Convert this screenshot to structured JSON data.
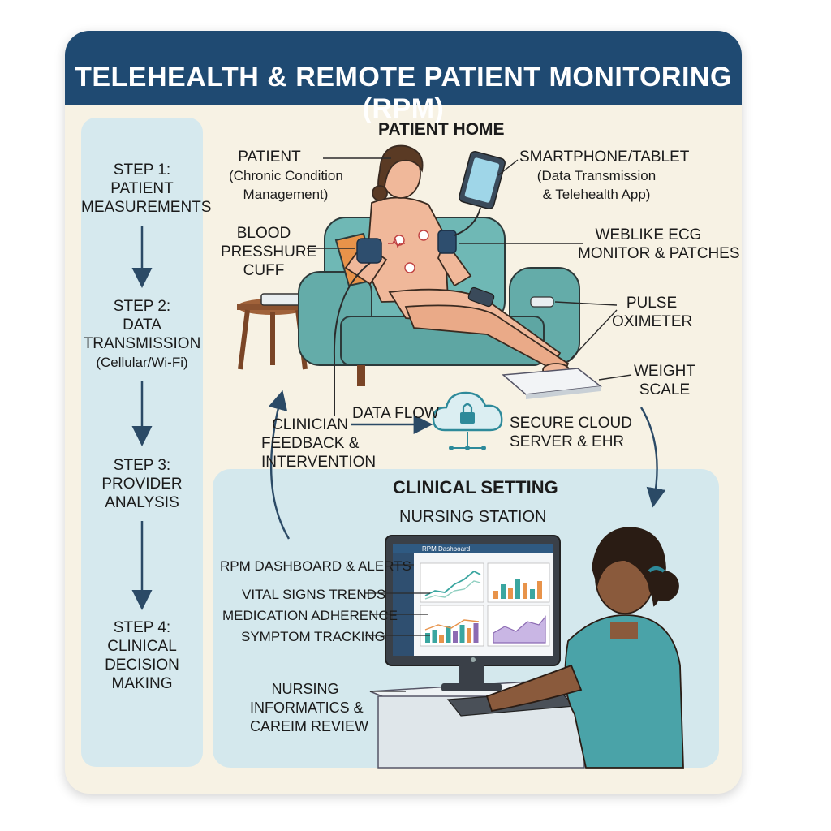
{
  "title": "TELEHEALTH & REMOTE PATIENT MONITORING (RPM)",
  "steps": [
    {
      "line1": "STEP 1:",
      "line2": "PATIENT",
      "line3": "MEASUREMENTS",
      "line4": ""
    },
    {
      "line1": "STEP 2:",
      "line2": "DATA",
      "line3": "TRANSMISSION",
      "line4": "(Cellular/Wi-Fi)"
    },
    {
      "line1": "STEP 3:",
      "line2": "PROVIDER",
      "line3": "ANALYSIS",
      "line4": ""
    },
    {
      "line1": "STEP 4:",
      "line2": "CLINICAL",
      "line3": "DECISION",
      "line4": "MAKING"
    }
  ],
  "home": {
    "title": "PATIENT HOME",
    "patient": {
      "line1": "PATIENT",
      "line2": "(Chronic Condition",
      "line3": "Management)"
    },
    "smartphone": {
      "line1": "SMARTPHONE/TABLET",
      "line2": "(Data Transmission",
      "line3": "& Telehealth App)"
    },
    "bp_cuff": {
      "line1": "BLOOD",
      "line2": "PRESSHURE",
      "line3": "CUFF"
    },
    "ecg": {
      "line1": "WEBLIKE ECG",
      "line2": "MONITOR & PATCHES"
    },
    "oximeter": {
      "line1": "PULSE",
      "line2": "OXIMETER"
    },
    "scale": {
      "line1": "WEIGHT",
      "line2": "SCALE"
    }
  },
  "flow": {
    "feedback": {
      "line1": "CLINICIAN",
      "line2": "FEEDBACK &",
      "line3": "INTERVENTION"
    },
    "data_flow": "DATA FLOW",
    "cloud": {
      "line1": "SECURE CLOUD",
      "line2": "SERVER & EHR"
    }
  },
  "clinical": {
    "title": "CLINICAL SETTING",
    "subtitle": "NURSING STATION",
    "dashboard": "RPM DASHBOARD & ALERTS",
    "vitals": "VITAL SIGNS TRENDS",
    "medication": "MEDICATION ADHERENCE",
    "symptom": "SYMPTOM TRACKING",
    "informatics": {
      "line1": "NURSING",
      "line2": "INFORMATICS &",
      "line3": "CAREIM REVIEW"
    },
    "screen_header": "RPM Dashboard"
  },
  "colors": {
    "banner": "#1f4a72",
    "card": "#f7f2e4",
    "step_panel": "#d6e9ee",
    "clinical_panel": "#d4e8ed",
    "arrow": "#2b4a66",
    "sofa": "#6fb8b5",
    "scrubs": "#4aa3a8",
    "chart_teal": "#3aa6a0",
    "chart_orange": "#e8934a",
    "chart_purple": "#8c6bb3"
  }
}
